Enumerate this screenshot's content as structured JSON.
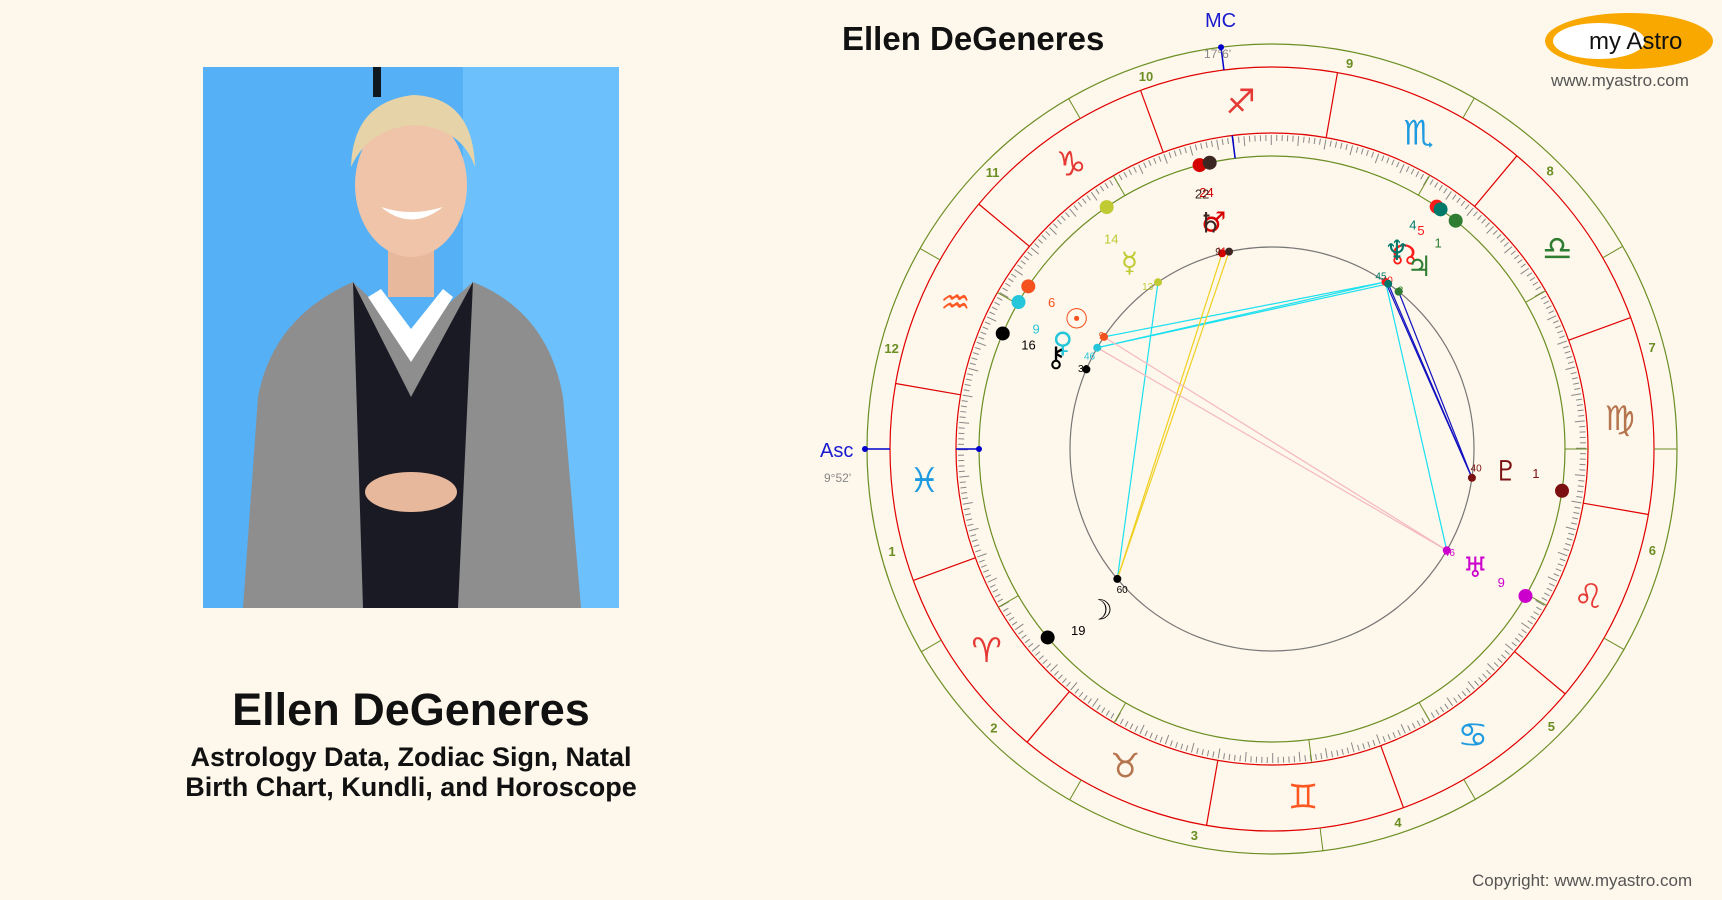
{
  "person": {
    "name": "Ellen DeGeneres",
    "subtitle_line1": "Astrology Data, Zodiac Sign, Natal",
    "subtitle_line2": "Birth Chart, Kundli, and Horoscope",
    "photo_alt": "Ellen DeGeneres photo"
  },
  "chart": {
    "title": "Ellen DeGeneres",
    "logo_text": "my Astro",
    "logo_url": "www.myastro.com",
    "copyright": "Copyright: www.myastro.com"
  },
  "chart_data": {
    "type": "natal-wheel",
    "ascendant": {
      "label": "Asc",
      "position": "9°52'",
      "longitude": 339.87
    },
    "midheaven": {
      "label": "MC",
      "position": "17°6'",
      "longitude": 257.1
    },
    "house_cusps": [
      339.87,
      9.9,
      39.9,
      77.1,
      100,
      130.2,
      159.87,
      189.9,
      219.9,
      257.1,
      280,
      310.2
    ],
    "house_numbers": [
      "1",
      "2",
      "3",
      "4",
      "5",
      "6",
      "7",
      "8",
      "9",
      "10",
      "11",
      "12"
    ],
    "signs": [
      {
        "name": "Aries",
        "glyph": "♈",
        "color": "#e53935"
      },
      {
        "name": "Taurus",
        "glyph": "♉",
        "color": "#b5764f"
      },
      {
        "name": "Gemini",
        "glyph": "♊",
        "color": "#ff5722"
      },
      {
        "name": "Cancer",
        "glyph": "♋",
        "color": "#1e9be0"
      },
      {
        "name": "Leo",
        "glyph": "♌",
        "color": "#e53935"
      },
      {
        "name": "Virgo",
        "glyph": "♍",
        "color": "#b5764f"
      },
      {
        "name": "Libra",
        "glyph": "♎",
        "color": "#2e7d32"
      },
      {
        "name": "Scorpio",
        "glyph": "♏",
        "color": "#1e9be0"
      },
      {
        "name": "Sagittarius",
        "glyph": "♐",
        "color": "#e53935"
      },
      {
        "name": "Capricorn",
        "glyph": "♑",
        "color": "#e53935"
      },
      {
        "name": "Aquarius",
        "glyph": "♒",
        "color": "#ff5722"
      },
      {
        "name": "Pisces",
        "glyph": "♓",
        "color": "#1e9be0"
      }
    ],
    "planets": [
      {
        "name": "Sun",
        "glyph": "☉",
        "deg": "6",
        "min": "9",
        "longitude": 306.15,
        "color": "#f4511e"
      },
      {
        "name": "Venus",
        "glyph": "♀",
        "deg": "9",
        "min": "46",
        "longitude": 309.77,
        "color": "#26c6da"
      },
      {
        "name": "Chiron",
        "glyph": "⚷",
        "deg": "16",
        "min": "39",
        "longitude": 316.65,
        "color": "#000000"
      },
      {
        "name": "Mercury",
        "glyph": "☿",
        "deg": "14",
        "min": "13",
        "longitude": 284.22,
        "color": "#c0ca33"
      },
      {
        "name": "Mars",
        "glyph": "♂",
        "deg": "24",
        "min": "11",
        "longitude": 264.18,
        "color": "#d50000"
      },
      {
        "name": "Saturn",
        "glyph": "♄",
        "deg": "22",
        "min": "9",
        "longitude": 262.15,
        "color": "#3e2723"
      },
      {
        "name": "North Node",
        "glyph": "☊",
        "deg": "5",
        "min": "40",
        "longitude": 215.67,
        "color": "#ff1a1a"
      },
      {
        "name": "Neptune",
        "glyph": "♆",
        "deg": "4",
        "min": "45",
        "longitude": 214.75,
        "color": "#00796b"
      },
      {
        "name": "Jupiter",
        "glyph": "♃",
        "deg": "1",
        "min": "3",
        "longitude": 211.05,
        "color": "#2e7d32"
      },
      {
        "name": "Pluto",
        "glyph": "♇",
        "deg": "1",
        "min": "40",
        "longitude": 151.67,
        "color": "#7b1010"
      },
      {
        "name": "Uranus",
        "glyph": "♅",
        "deg": "9",
        "min": "46",
        "longitude": 129.77,
        "color": "#cc00cc"
      },
      {
        "name": "Moon",
        "glyph": "☽",
        "deg": "19",
        "min": "60",
        "longitude": 19.9,
        "color": "#000000"
      }
    ],
    "aspects": [
      {
        "from": "Sun",
        "to": "Node",
        "color": "#19e0f0"
      },
      {
        "from": "Venus",
        "to": "North Node",
        "color": "#19e0f0"
      },
      {
        "from": "Venus",
        "to": "Neptune",
        "color": "#19e0f0"
      },
      {
        "from": "Sun",
        "to": "North Node",
        "color": "#19e0f0"
      },
      {
        "from": "Mercury",
        "to": "Moon",
        "color": "#19e0f0"
      },
      {
        "from": "Mars",
        "to": "Moon",
        "color": "#f0d020"
      },
      {
        "from": "Saturn",
        "to": "Moon",
        "color": "#f0d020"
      },
      {
        "from": "North Node",
        "to": "Pluto",
        "color": "#1010c0"
      },
      {
        "from": "Neptune",
        "to": "Pluto",
        "color": "#1010c0"
      },
      {
        "from": "Jupiter",
        "to": "Pluto",
        "color": "#1010c0"
      },
      {
        "from": "North Node",
        "to": "Uranus",
        "color": "#19e0f0"
      },
      {
        "from": "Venus",
        "to": "Uranus",
        "color": "#f4b8c0"
      },
      {
        "from": "Sun",
        "to": "Uranus",
        "color": "#f4b8c0"
      }
    ]
  }
}
